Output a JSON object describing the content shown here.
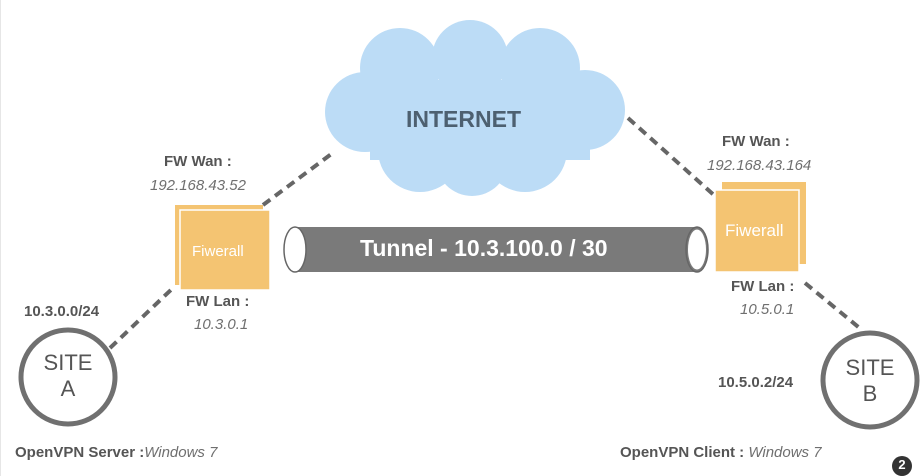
{
  "cloud": {
    "label": "INTERNET",
    "fill": "#bcdcf6"
  },
  "tunnel": {
    "label": "Tunnel - 10.3.100.0 / 30",
    "fill": "#7a7a7a"
  },
  "firewall_color": "#f4c472",
  "site_a": {
    "circle_line1": "SITE",
    "circle_line2": "A",
    "subnet": "10.3.0.0/24",
    "firewall_label": "Fiwerall",
    "wan_title": "FW Wan :",
    "wan_ip": "192.168.43.52",
    "lan_title": "FW Lan :",
    "lan_ip": "10.3.0.1",
    "role_title": "OpenVPN Server :",
    "role_os": "Windows 7"
  },
  "site_b": {
    "circle_line1": "SITE",
    "circle_line2": "B",
    "subnet": "10.5.0.2/24",
    "firewall_label": "Fiwerall",
    "wan_title": "FW Wan :",
    "wan_ip": "192.168.43.164",
    "lan_title": "FW Lan :",
    "lan_ip": "10.5.0.1",
    "role_title": "OpenVPN Client : ",
    "role_os": "Windows 7"
  },
  "page_badge": "2"
}
